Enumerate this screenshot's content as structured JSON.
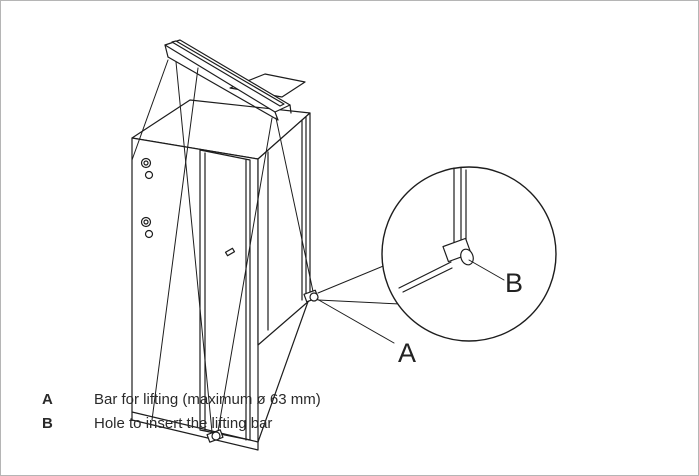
{
  "figure": {
    "callouts": {
      "a": "A",
      "b": "B"
    }
  },
  "legend": [
    {
      "key": "A",
      "text": "Bar for lifting (maximum ø 63 mm)"
    },
    {
      "key": "B",
      "text": "Hole to insert the lifting bar"
    }
  ]
}
